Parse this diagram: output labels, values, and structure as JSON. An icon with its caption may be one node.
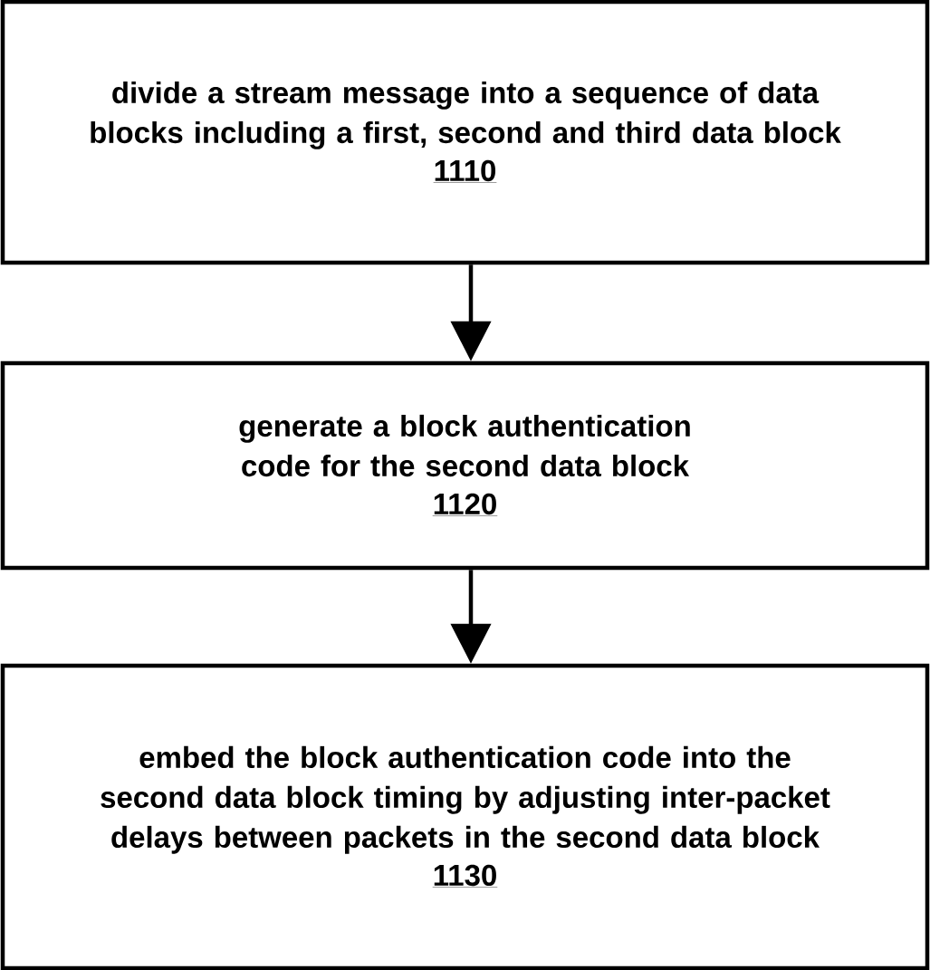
{
  "diagram": {
    "nodes": [
      {
        "text": [
          "divide a stream message into a sequence of data blocks including a first, second and third data block",
          "1110"
        ]
      },
      {
        "text": [
          "generate a block authentication code for the second data block",
          "1120"
        ]
      },
      {
        "text": [
          "embed the block authentication code into the second data block timing by adjusting inter-packet delays between packets in the second data block",
          "1130"
        ]
      }
    ],
    "edges": [
      {
        "from": 0,
        "to": 1,
        "arrow": "to"
      },
      {
        "from": 1,
        "to": 2,
        "arrow": "to"
      }
    ]
  }
}
